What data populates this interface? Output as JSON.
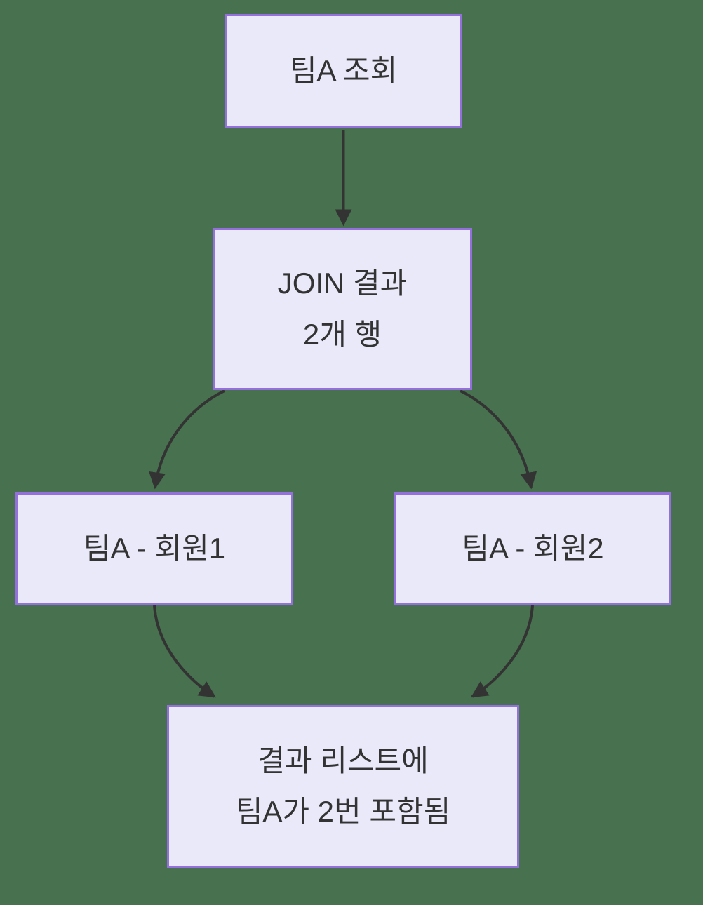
{
  "diagram": {
    "type": "flowchart",
    "direction": "top-down",
    "colors": {
      "background": "#47714F",
      "node_fill": "#E9E9FA",
      "node_border": "#9370DB",
      "edge": "#333333",
      "text": "#333333"
    },
    "nodes": {
      "query": {
        "label": "팀A 조회"
      },
      "join": {
        "line1": "JOIN 결과",
        "line2": "2개 행"
      },
      "member1": {
        "label": "팀A - 회원1"
      },
      "member2": {
        "label": "팀A - 회원2"
      },
      "result": {
        "line1": "결과 리스트에",
        "line2": "팀A가 2번 포함됨"
      }
    },
    "edges": [
      {
        "from": "query",
        "to": "join"
      },
      {
        "from": "join",
        "to": "member1"
      },
      {
        "from": "join",
        "to": "member2"
      },
      {
        "from": "member1",
        "to": "result"
      },
      {
        "from": "member2",
        "to": "result"
      }
    ]
  }
}
